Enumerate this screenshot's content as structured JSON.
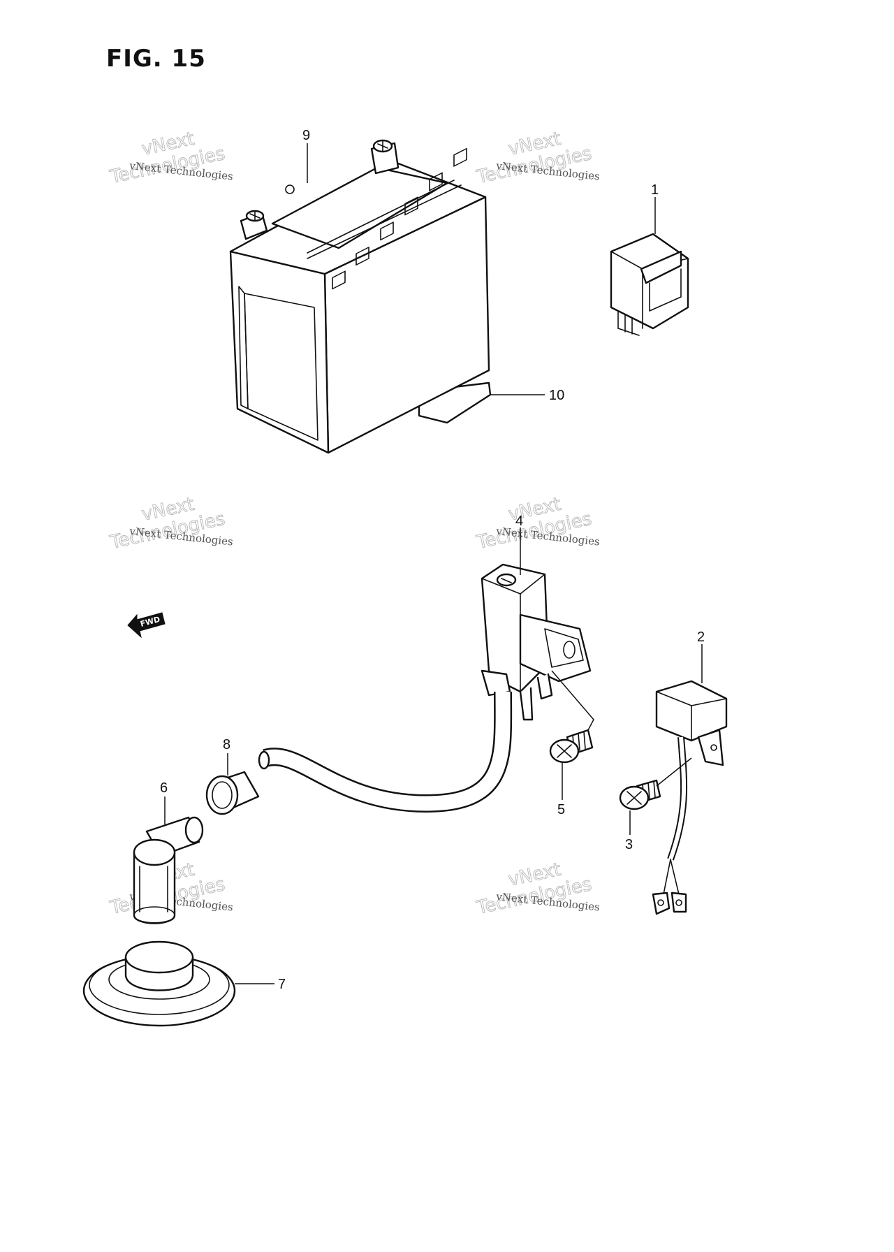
{
  "figure": {
    "title": "FIG. 15"
  },
  "callouts": [
    {
      "id": "1",
      "label": "1"
    },
    {
      "id": "2",
      "label": "2"
    },
    {
      "id": "3",
      "label": "3"
    },
    {
      "id": "4",
      "label": "4"
    },
    {
      "id": "5",
      "label": "5"
    },
    {
      "id": "6",
      "label": "6"
    },
    {
      "id": "7",
      "label": "7"
    },
    {
      "id": "8",
      "label": "8"
    },
    {
      "id": "9",
      "label": "9"
    },
    {
      "id": "10",
      "label": "10"
    }
  ],
  "watermark": {
    "line1": "vNext Technologies",
    "line2": "vNext",
    "line3": "Technologies"
  },
  "fwd_arrow": {
    "label": "FWD"
  },
  "icons": [
    "fwd-arrow-icon"
  ],
  "colors": {
    "ink": "#111111",
    "watermark": "#bdbdbd",
    "background": "#ffffff"
  }
}
